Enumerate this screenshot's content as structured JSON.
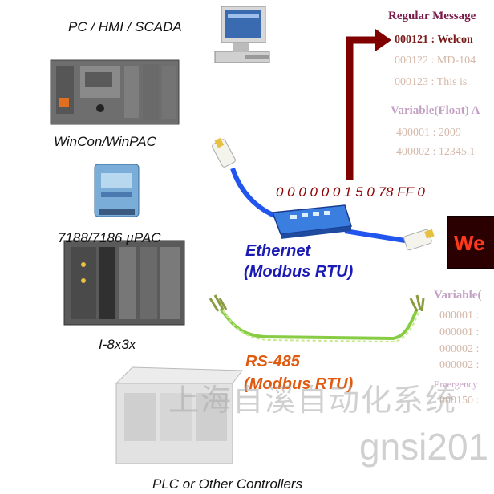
{
  "devices": {
    "pc": "PC / HMI / SCADA",
    "wincon": "WinCon/WinPAC",
    "upac": "7188/7186 µPAC",
    "i8x3x": "I-8x3x",
    "plc": "PLC or Other Controllers"
  },
  "networks": {
    "ethernet_line1": "Ethernet",
    "ethernet_line2": "(Modbus RTU)",
    "rs485_line1": "RS-485",
    "rs485_line2": "(Modbus RTU)"
  },
  "packet": "0 0 0 0 0 0 1 5 0 78 FF 0",
  "regular_messages": {
    "header": "Regular Message",
    "items": [
      "000121 : Welcon",
      "000122 : MD-104",
      "000123 : This is"
    ]
  },
  "variable_float": {
    "header": "Variable(Float) A",
    "items": [
      "400001 : 2009",
      "400002 : 12345.1"
    ]
  },
  "variable_right": {
    "header": "Variable(",
    "items": [
      "000001 :",
      "000001 :",
      "000002 :",
      "000002 :"
    ],
    "extra_header": "Emergency",
    "extra_item": "000150 :"
  },
  "display_text": "We",
  "watermark": {
    "chinese": "上海自溪自动化系统",
    "latin": "gnsi201"
  },
  "colors": {
    "regular_header": "#7a1a4a",
    "regular_item": "#7a1a1a",
    "faded_item": "#d4b8a8",
    "variable_header": "#c4a0c4",
    "ethernet": "#1a1ab4",
    "rs485": "#e05a10",
    "arrow": "#800000",
    "packet": "#8b0000",
    "display_bg": "#2a0000",
    "display_text": "#ff3a1a",
    "ethernet_cable": "#2255ee",
    "rs485_cable": "#88cc44"
  },
  "icons": [
    "pc-monitor-icon",
    "wincon-controller-icon",
    "upac-module-icon",
    "i8x3x-rack-icon",
    "plc-box-icon",
    "ethernet-switch-icon",
    "rj45-connector-icon",
    "serial-connector-icon"
  ]
}
